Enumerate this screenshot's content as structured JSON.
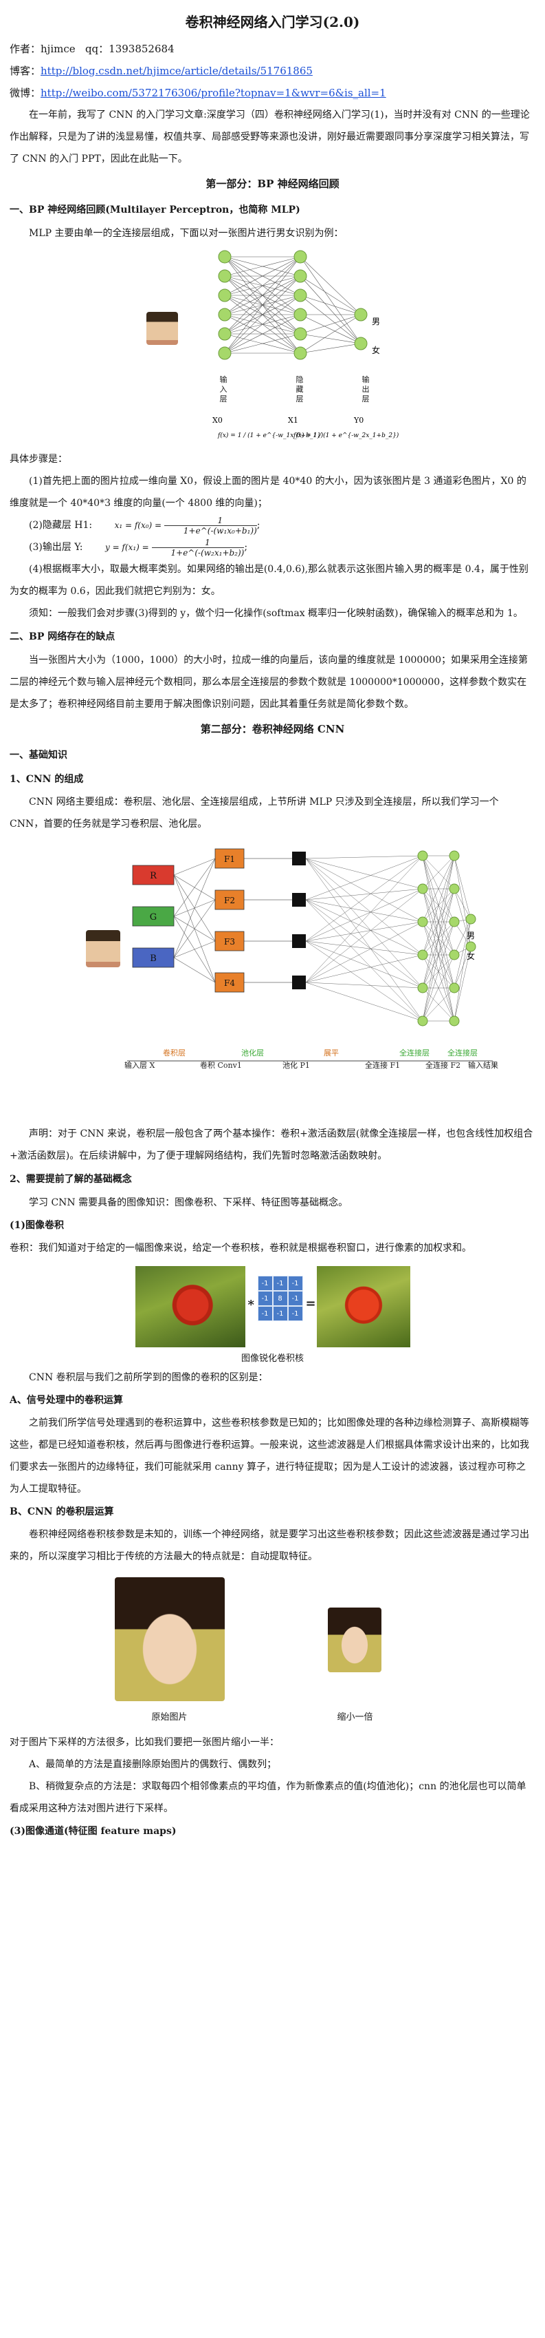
{
  "title": "卷积神经网络入门学习(2.0)",
  "author": {
    "label": "作者：",
    "name": "hjimce",
    "qq_label": "qq：",
    "qq": "1393852684"
  },
  "blog": {
    "label": "博客：",
    "url": "http://blog.csdn.net/hjimce/article/details/51761865"
  },
  "weibo": {
    "label": "微博：",
    "url": "http://weibo.com/5372176306/profile?topnav=1&wvr=6&is_all=1"
  },
  "intro": "在一年前，我写了 CNN 的入门学习文章:深度学习（四）卷积神经网络入门学习(1)，当时并没有对 CNN 的一些理论作出解释，只是为了讲的浅显易懂，权值共享、局部感受野等来源也没讲，刚好最近需要跟同事分享深度学习相关算法，写了 CNN 的入门 PPT，因此在此贴一下。",
  "part1": "第一部分：BP 神经网络回顾",
  "s1": {
    "heading": "一、BP 神经网络回顾(Multilayer Perceptron，也简称 MLP)",
    "lead": "MLP 主要由单一的全连接层组成，下面以对一张图片进行男女识别为例：",
    "fig": {
      "input_label": "输入层",
      "x0": "X0",
      "hidden_label": "隐藏层",
      "x1": "X1",
      "output_label": "输出层",
      "y0": "Y0",
      "male": "男",
      "female": "女",
      "f1": "f(x) = 1 / (1 + e^{-w_1x_0+b_1})",
      "f2": "f(x) = 1 / (1 + e^{-w_2x_1+b_2})"
    },
    "steps_intro": "具体步骤是：",
    "step1": "(1)首先把上面的图片拉成一维向量 X0，假设上面的图片是 40*40 的大小，因为该张图片是 3 通道彩色图片，X0 的维度就是一个 40*40*3 维度的向量(一个 4800 维的向量)；",
    "step2_pre": "(2)隐藏层 H1:",
    "step2_lhs": "x₁ = f(x₀) =",
    "step2_num": "1",
    "step2_den": "1+e^(-(w₁x₀+b₁))",
    "step3_pre": "(3)输出层 Y:",
    "step3_lhs": "y = f(x₁) =",
    "step3_num": "1",
    "step3_den": "1+e^(-(w₂x₁+b₂))",
    "step4": "(4)根据概率大小，取最大概率类别。如果网络的输出是(0.4,0.6),那么就表示这张图片输入男的概率是 0.4，属于性别为女的概率为 0.6，因此我们就把它判别为：女。",
    "note": "须知：一般我们会对步骤(3)得到的 y，做个归一化操作(softmax 概率归一化映射函数)，确保输入的概率总和为 1。"
  },
  "s2": {
    "heading": "二、BP 网络存在的缺点",
    "body": "当一张图片大小为（1000，1000）的大小时，拉成一维的向量后，该向量的维度就是 1000000；如果采用全连接第二层的神经元个数与输入层神经元个数相同，那么本层全连接层的参数个数就是 1000000*1000000，这样参数个数实在是太多了；卷积神经网络目前主要用于解决图像识别问题，因此其着重任务就是简化参数个数。"
  },
  "part2": "第二部分：卷积神经网络 CNN",
  "c1": {
    "heading": "一、基础知识",
    "sub": "1、CNN 的组成",
    "body": "CNN 网络主要组成：卷积层、池化层、全连接层组成，上节所讲 MLP 只涉及到全连接层，所以我们学习一个 CNN，首要的任务就是学习卷积层、池化层。",
    "fig": {
      "R": "R",
      "G": "G",
      "B": "B",
      "F": [
        "F1",
        "F2",
        "F3",
        "F4"
      ],
      "male": "男",
      "female": "女",
      "flow": [
        "输入层 X",
        "卷积层",
        "卷积 Conv1",
        "池化层",
        "池化 P1",
        "展平",
        "全连接 F1",
        "全连接层",
        "全连接 F2",
        "全连接层",
        "输入结果"
      ]
    },
    "statement": "声明：对于 CNN 来说，卷积层一般包含了两个基本操作：卷积+激活函数层(就像全连接层一样，也包含线性加权组合+激活函数层)。在后续讲解中，为了便于理解网络结构，我们先暂时忽略激活函数映射。"
  },
  "c2": {
    "heading": "2、需要提前了解的基础概念",
    "lead": "学习 CNN 需要具备的图像知识：图像卷积、下采样、特征图等基础概念。",
    "conv_h": "(1)图像卷积",
    "conv_def": "卷积：我们知道对于给定的一幅图像来说，给定一个卷积核，卷积就是根据卷积窗口，进行像素的加权求和。",
    "kernel": [
      "-1",
      "-1",
      "-1",
      "-1",
      "8",
      "-1",
      "-1",
      "-1",
      "-1"
    ],
    "conv_caption": "图像锐化卷积核",
    "conv_diff": "CNN 卷积层与我们之前所学到的图像的卷积的区别是：",
    "A_h": "A、信号处理中的卷积运算",
    "A_body": "之前我们所学信号处理遇到的卷积运算中，这些卷积核参数是已知的；比如图像处理的各种边缘检测算子、高斯模糊等这些，都是已经知道卷积核，然后再与图像进行卷积运算。一般来说，这些滤波器是人们根据具体需求设计出来的，比如我们要求去一张图片的边缘特征，我们可能就采用 canny 算子，进行特征提取；因为是人工设计的滤波器，该过程亦可称之为人工提取特征。",
    "B_h": "B、CNN 的卷积层运算",
    "B_body": "卷积神经网络卷积核参数是未知的，训练一个神经网络，就是要学习出这些卷积核参数；因此这些滤波器是通过学习出来的，所以深度学习相比于传统的方法最大的特点就是：自动提取特征。",
    "orig_caption": "原始图片",
    "small_caption": "缩小一倍",
    "down1": "对于图片下采样的方法很多，比如我们要把一张图片缩小一半：",
    "downA": "A、最简单的方法是直接删除原始图片的偶数行、偶数列；",
    "downB": "B、稍微复杂点的方法是：求取每四个相邻像素点的平均值，作为新像素点的值(均值池化)；cnn 的池化层也可以简单看成采用这种方法对图片进行下采样。",
    "fmap_h": "(3)图像通道(特征图 feature maps)"
  },
  "colors": {
    "link": "#1a4fd6",
    "node": "#a6d86a",
    "node_stroke": "#6a9a3a",
    "R": "#d93a2e",
    "G": "#4aa845",
    "B": "#4a66c2",
    "F": "#e8802a",
    "label_green": "#3aa834",
    "label_orange": "#d4721e"
  }
}
